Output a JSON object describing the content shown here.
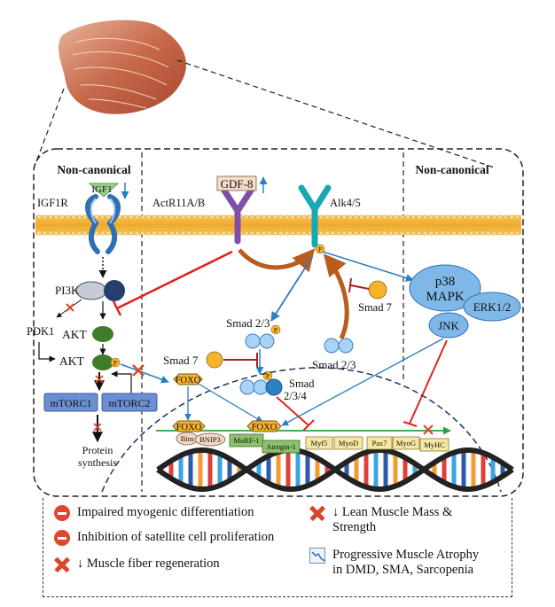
{
  "headers": {
    "noncanonical_left": "Non-canonical",
    "noncanonical_right": "Non-canonical"
  },
  "ligands": {
    "igf1": "IGF1",
    "gdf8": "GDF-8"
  },
  "receptors": {
    "igf1r": "IGF1R",
    "actr": "ActR11A/B",
    "alk": "Alk4/5"
  },
  "nodes": {
    "pi3k": "PI3K",
    "pdk1": "PDK1",
    "akt": "AKT",
    "akt2": "AKT",
    "mtorc1": "mTORC1",
    "mtorc2": "mTORC2",
    "protein_synthesis_1": "Protein",
    "protein_synthesis_2": "synthesis",
    "smad23_center": "Smad 2/3",
    "smad23_right": "Smad 2/3",
    "smad234_1": "Smad",
    "smad234_2": "2/3/4",
    "smad7_left": "Smad 7",
    "smad7_right": "Smad 7",
    "p38_1": "p38",
    "p38_2": "MAPK",
    "erk": "ERK1/2",
    "jnk": "JNK",
    "foxo_a": "FOXO",
    "foxo_b": "FOXO",
    "foxo_c": "FOXO",
    "phospho": "P"
  },
  "genes": {
    "bim": "Bim",
    "bnip3": "BNIP3",
    "murf1": "MuRF-1",
    "atrogin1": "Atrogin-1",
    "myf5": "Myf5",
    "myod": "MyoD",
    "pax7": "Pax7",
    "myog": "MyoG",
    "myhc": "MyHC"
  },
  "legend": {
    "impaired": "Impaired myogenic differentiation",
    "inhibition": "Inhibition of satellite cell proliferation",
    "regeneration": "↓ Muscle fiber regeneration",
    "lean_1": "↓ Lean Muscle Mass &",
    "lean_2": "Strength",
    "atrophy_1": "Progressive Muscle Atrophy",
    "atrophy_2": "in DMD, SMA, Sarcopenia"
  },
  "colors": {
    "membrane": "#f2b13a",
    "receptor_blue": "#2f6fb3",
    "gdf_purple": "#7f4fa8",
    "alk_teal": "#1aa7b4",
    "akt_green": "#3f7d2a",
    "mtorc_blue": "#6c8fd4",
    "inhibit_red": "#e0221d",
    "activate_blue": "#2a7fc3",
    "alk_arrow_brown": "#b85d1e",
    "smad_blue": "#7fb8e8",
    "phospho_orange": "#f6b32b",
    "gene_yellow": "#f6e7a3",
    "gene_green": "#8cc06d"
  },
  "icons": [
    "minus-circle-icon",
    "red-x-icon",
    "declining-trend-icon",
    "down-arrow-icon",
    "muscle-image"
  ]
}
